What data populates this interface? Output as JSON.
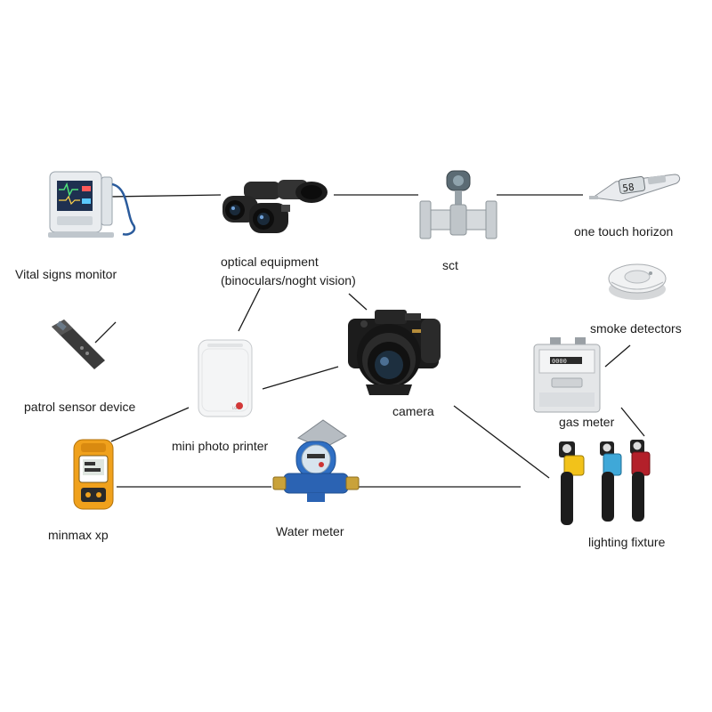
{
  "diagram": {
    "nodes": [
      {
        "id": "vital",
        "label": "Vital signs monitor",
        "icon": "vital-signs-monitor-icon"
      },
      {
        "id": "optical",
        "label": "optical equipment",
        "label2": "(binoculars/noght vision)",
        "icon": "night-vision-binoculars-icon"
      },
      {
        "id": "sct",
        "label": "sct",
        "icon": "flow-meter-icon"
      },
      {
        "id": "onetouch",
        "label": "one touch horizon",
        "icon": "glucose-meter-icon"
      },
      {
        "id": "smoke",
        "label": "smoke detectors",
        "icon": "smoke-detector-icon"
      },
      {
        "id": "patrol",
        "label": "patrol sensor device",
        "icon": "patrol-sensor-icon"
      },
      {
        "id": "printer",
        "label": "mini photo printer",
        "icon": "photo-printer-icon"
      },
      {
        "id": "camera",
        "label": "camera",
        "icon": "camera-icon"
      },
      {
        "id": "gas",
        "label": "gas meter",
        "icon": "gas-meter-icon"
      },
      {
        "id": "minmax",
        "label": "minmax xp",
        "icon": "gas-detector-icon"
      },
      {
        "id": "water",
        "label": "Water meter",
        "icon": "water-meter-icon"
      },
      {
        "id": "lighting",
        "label": "lighting fixture",
        "icon": "flashlight-icon"
      }
    ],
    "links": [
      [
        "vital",
        "optical"
      ],
      [
        "optical",
        "sct"
      ],
      [
        "sct",
        "onetouch"
      ],
      [
        "optical",
        "printer"
      ],
      [
        "optical",
        "camera"
      ],
      [
        "printer",
        "camera"
      ],
      [
        "patrol",
        "patrol"
      ],
      [
        "printer",
        "minmax"
      ],
      [
        "minmax",
        "water"
      ],
      [
        "water",
        "lighting"
      ],
      [
        "camera",
        "lighting"
      ],
      [
        "smoke",
        "gas"
      ],
      [
        "gas",
        "lighting"
      ]
    ],
    "colors": {
      "line": "#1a1a1a",
      "text": "#1c1c1c"
    }
  }
}
